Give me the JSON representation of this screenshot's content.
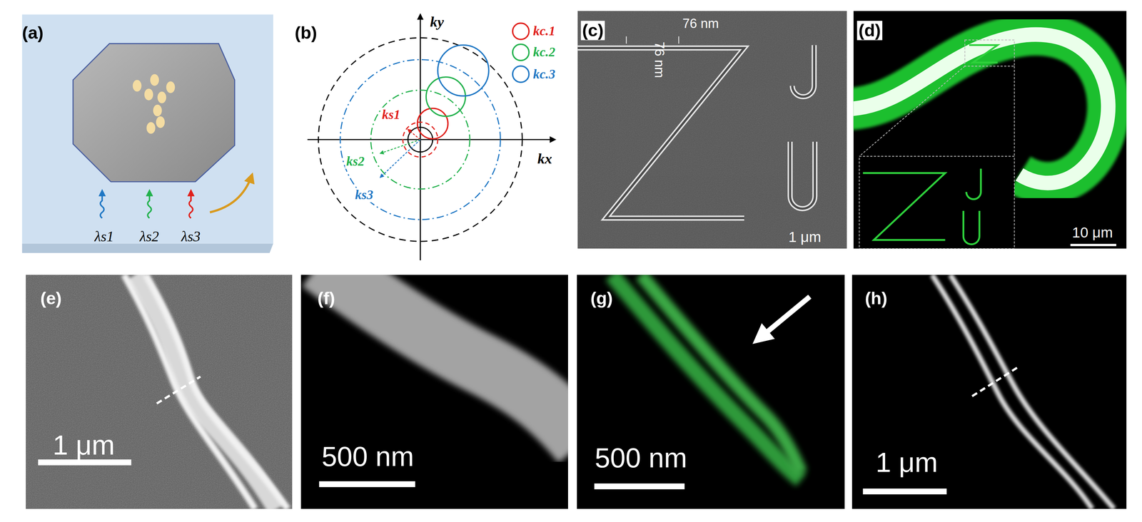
{
  "diagram": {
    "labels": [
      "(a)",
      "λs1",
      "λs2",
      "λs3",
      "(b)",
      "ky",
      "kx",
      "ks1",
      "ks2",
      "ks3",
      "(c)",
      "76 nm",
      "76 nm",
      "1 μm",
      "(d)",
      "10 μm",
      "(e)",
      "1 μm",
      "(f)",
      "500 nm",
      "(g)",
      "500 nm",
      "(h)",
      "1 μm"
    ],
    "legend": [
      {
        "text": "kc.1",
        "color": "#e0201b"
      },
      {
        "text": "kc.2",
        "color": "#22b14c"
      },
      {
        "text": "kc.3",
        "color": "#1f77c4"
      }
    ]
  }
}
